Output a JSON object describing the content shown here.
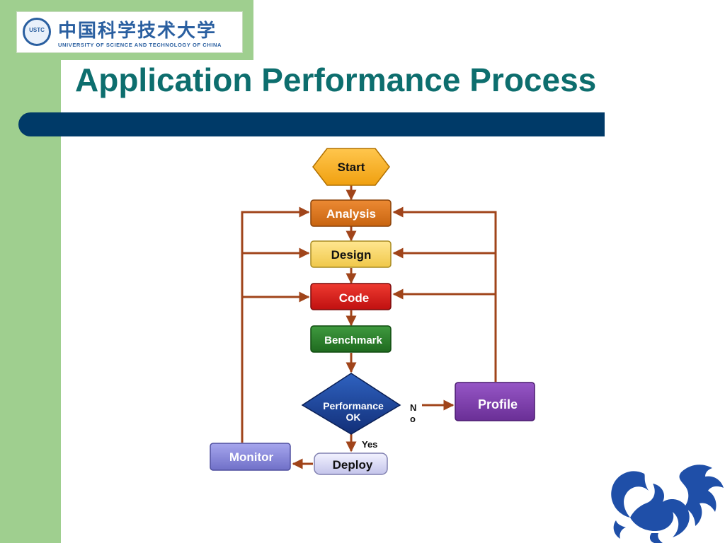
{
  "header": {
    "logo": {
      "seal_text": "USTC",
      "name_cn": "中国科学技术大学",
      "name_en": "UNIVERSITY OF SCIENCE AND TECHNOLOGY OF CHINA"
    },
    "title": "Application Performance Process"
  },
  "flowchart": {
    "start": "Start",
    "analysis": "Analysis",
    "design": "Design",
    "code": "Code",
    "benchmark": "Benchmark",
    "decision_line1": "Performance",
    "decision_line2": "OK",
    "no_label": "N",
    "no_label_cut": "o",
    "yes_label": "Yes",
    "profile": "Profile",
    "deploy": "Deploy",
    "monitor": "Monitor"
  },
  "colors": {
    "start": "#f5a623",
    "analysis": "#d9731a",
    "design": "#f3d36b",
    "code": "#d6201a",
    "benchmark": "#2f7d2f",
    "decision": "#1a3f8f",
    "profile": "#7b3fa8",
    "deploy": "#d8d8f2",
    "monitor": "#8a8ad8",
    "arrow": "#a0441a",
    "title": "#0d6e6e",
    "title_bar": "#003a68",
    "band": "#9fcf8f"
  }
}
